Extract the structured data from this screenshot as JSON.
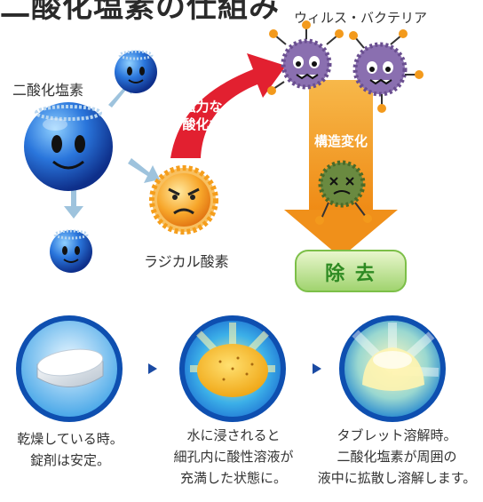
{
  "title": "二酸化塩素の仕組み",
  "labels": {
    "chlorine_dioxide": "二酸化塩素",
    "virus_bacteria": "ウィルス・バクテリア",
    "strong_oxidation_line1": "強力な",
    "strong_oxidation_line2": "酸化力",
    "structural_change": "構造変化",
    "radical_oxygen": "ラジカル酸素",
    "removal": "除 去"
  },
  "steps": [
    {
      "caption": "乾燥している時。\n錠剤は安定。"
    },
    {
      "caption": "水に浸されると\n細孔内に酸性溶液が\n充満した状態に。"
    },
    {
      "caption": "タブレット溶解時。\n二酸化塩素が周囲の\n液中に拡散し溶解します。"
    }
  ],
  "colors": {
    "ball_blue": "#1f5fd0",
    "arrow_red": "#e22030",
    "arrow_orange": "#f39a1c",
    "removal_green": "#3c9a2e",
    "germ_purple": "#8a6fb0",
    "radical_orange": "#f5a020",
    "step_arrow": "#1a4aa3"
  }
}
